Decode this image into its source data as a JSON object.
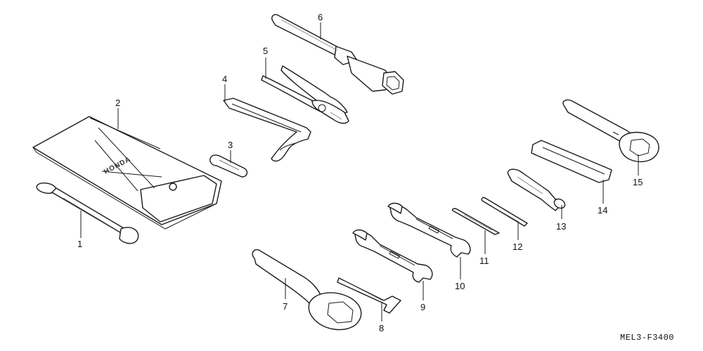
{
  "diagram": {
    "code": "MEL3-F3400",
    "brand_text": "HONDA",
    "parts": [
      {
        "number": "1"
      },
      {
        "number": "2"
      },
      {
        "number": "3"
      },
      {
        "number": "4"
      },
      {
        "number": "5"
      },
      {
        "number": "6"
      },
      {
        "number": "7"
      },
      {
        "number": "8"
      },
      {
        "number": "9"
      },
      {
        "number": "10"
      },
      {
        "number": "11"
      },
      {
        "number": "12"
      },
      {
        "number": "13"
      },
      {
        "number": "14"
      },
      {
        "number": "15"
      }
    ]
  }
}
